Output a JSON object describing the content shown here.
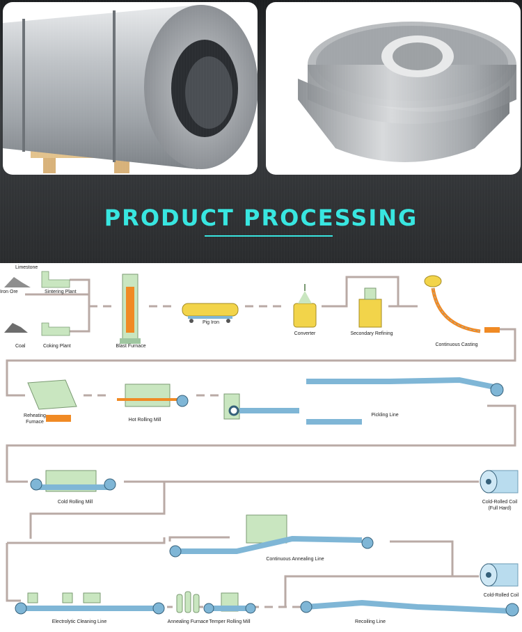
{
  "header": {
    "title": "PRODUCT PROCESSING"
  },
  "stages": {
    "limestone": "Limestone",
    "iron_ore": "Iron Ore",
    "sintering_plant": "Sintering Plant",
    "coal": "Coal",
    "coking_plant": "Coking Plant",
    "blast_furnace": "Blast Furnace",
    "pig_iron": "Pig Iron",
    "converter": "Converter",
    "secondary_refining": "Secondary Refining",
    "continuous_casting": "Continuous Casting",
    "reheating_furnace_1": "Reheating",
    "reheating_furnace_2": "Furnace",
    "hot_rolling_mill": "Hot Rolling Mill",
    "pickling_line": "Pickling Line",
    "cold_rolling_mill": "Cold Rolling Mill",
    "cold_rolled_coil_full_hard_1": "Cold-Rolled Coil",
    "cold_rolled_coil_full_hard_2": "(Full Hard)",
    "continuous_annealing_line": "Continuous Annealing Line",
    "cold_rolled_coil": "Cold-Rolled Coil",
    "electrolytic_cleaning_line": "Electrolytic Cleaning Line",
    "annealing_furnace": "Annealing Furnace",
    "temper_rolling_mill": "Temper Rolling Mill",
    "recoiling_line": "Recoiling Line"
  },
  "colors": {
    "accent": "#37e6e0",
    "flow_line": "#b9aaa5",
    "equipment": "#c9e6c0",
    "strip": "#7fb6d6",
    "molten": "#f2b93b"
  }
}
